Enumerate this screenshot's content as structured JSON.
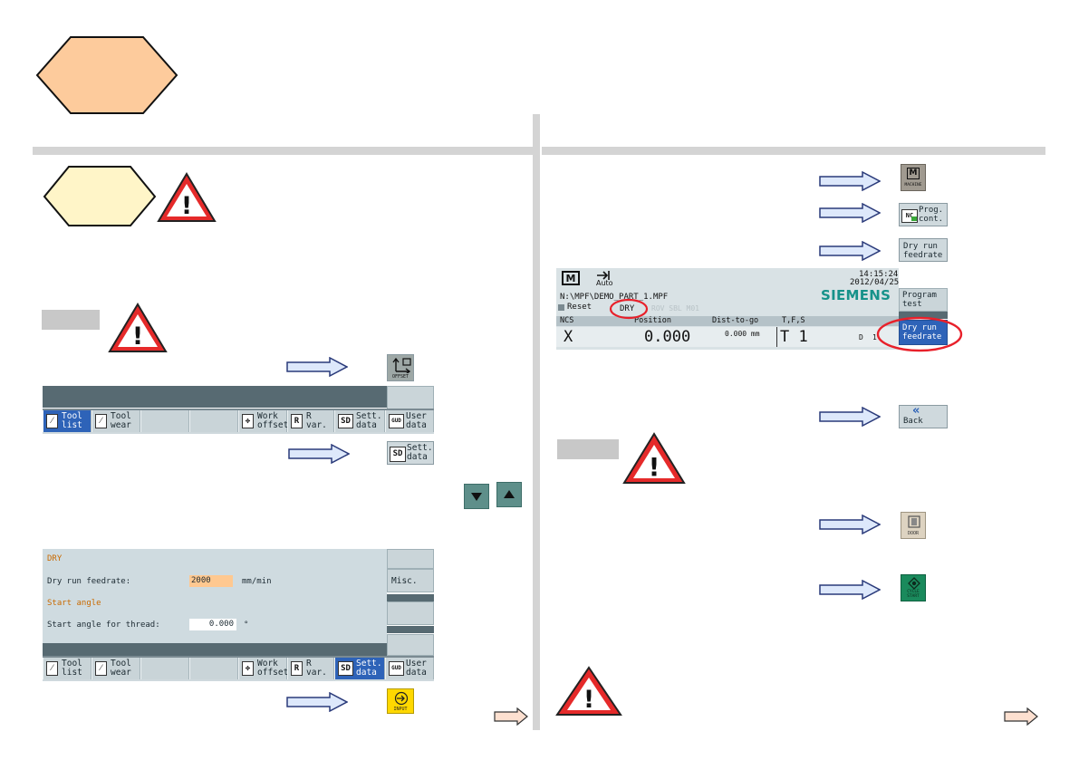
{
  "settings_screen": {
    "section_dry": "DRY",
    "dry_run_label": "Dry run feedrate:",
    "dry_run_value": "2000",
    "dry_run_unit": "mm/min",
    "section_start": "Start angle",
    "start_angle_label": "Start angle for thread:",
    "start_angle_value": "0.000",
    "start_angle_unit": "°",
    "misc_label": "Misc."
  },
  "softkeys": {
    "tool_list": "Tool\nlist",
    "tool_wear": "Tool\nwear",
    "work_offset": "Work\noffset",
    "r_var": "R\nvar.",
    "sett_data": "Sett.\ndata",
    "user_data": "User\ndata",
    "icon_r": "R",
    "icon_sd": "SD",
    "icon_guv": "GUD"
  },
  "keys": {
    "offset": "OFFSET",
    "input": "INPUT",
    "machine": "MACHINE",
    "machine_letter": "M",
    "prog_cont": "Prog.\ncont.",
    "prog_cont_icon": "NC",
    "dry_run_feedrate": "Dry run\nfeedrate",
    "back": "Back",
    "door": "DOOR",
    "cycle_start": "CYCLE\nSTART"
  },
  "machine_screen": {
    "mode": "Auto",
    "time": "14:15:24",
    "date": "2012/04/25",
    "program_path": "N:\\MPF\\DEMO_PART_1.MPF",
    "brand": "SIEMENS",
    "status": "Reset",
    "dry_badge": "DRY",
    "faded_status": "ROV SBL M01",
    "col_ncs": "NCS",
    "col_position": "Position",
    "col_dist": "Dist-to-go",
    "col_tfs": "T,F,S",
    "axis": "X",
    "position_value": "0.000",
    "dist_value": "0.000 mm",
    "tool": "T 1",
    "d_label": "D",
    "d_value": "1",
    "softkey_program_test": "Program\ntest",
    "softkey_dry_run": "Dry run\nfeedrate"
  },
  "colors": {
    "hexagon_large": "#fdcb9c",
    "hexagon_small": "#fff5c8",
    "warning_red": "#e52a2a",
    "active_softkey": "#2e63b8",
    "highlight_ring": "#e8202a",
    "value_highlight": "#ffc890",
    "input_yellow": "#ffd800",
    "cycle_start_green": "#1a8a5c",
    "arrow_fill": "#dde8fb"
  }
}
